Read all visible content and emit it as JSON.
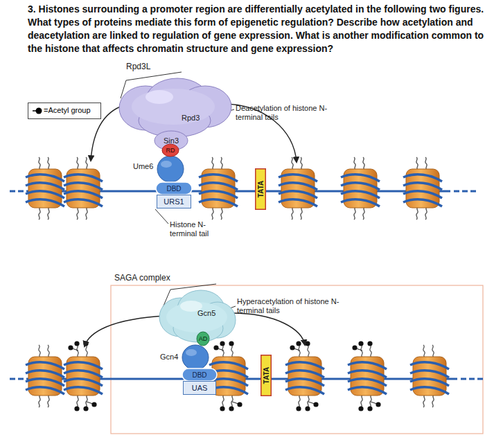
{
  "diagram": {
    "title": "3. Histones surrounding a promoter region are differentially acetylated in the following two figures. What types of proteins mediate this form of epigenetic regulation? Describe how acetylation and deacetylation are linked to regulation of gene expression. What is another modification common to the histone that affects chromatin structure and gene expression?",
    "nodes": [
      {
        "text": [
          "Rpd3L",
          "Rpd3"
        ]
      },
      {
        "text": [
          "Sin3"
        ]
      },
      {
        "text": [
          "RD"
        ]
      },
      {
        "text": [
          "Ume6"
        ]
      },
      {
        "text": [
          "DBD"
        ]
      },
      {
        "text": [
          "URS1"
        ]
      },
      {
        "text": [
          "TATA"
        ]
      },
      {
        "text": [
          "SAGA complex",
          "Gcn5"
        ]
      },
      {
        "text": [
          "AD"
        ]
      },
      {
        "text": [
          "Gcn4"
        ]
      },
      {
        "text": [
          "DBD"
        ]
      },
      {
        "text": [
          "UAS"
        ]
      },
      {
        "text": [
          "TATA"
        ]
      }
    ],
    "labels": [
      "Deacetylation of histone N-terminal tails",
      "Histone N-terminal tail",
      "Hyperacetylation of histone N-terminal tails"
    ],
    "legend": [
      {
        "text": "=Acetyl group",
        "color": "#000000"
      }
    ]
  }
}
